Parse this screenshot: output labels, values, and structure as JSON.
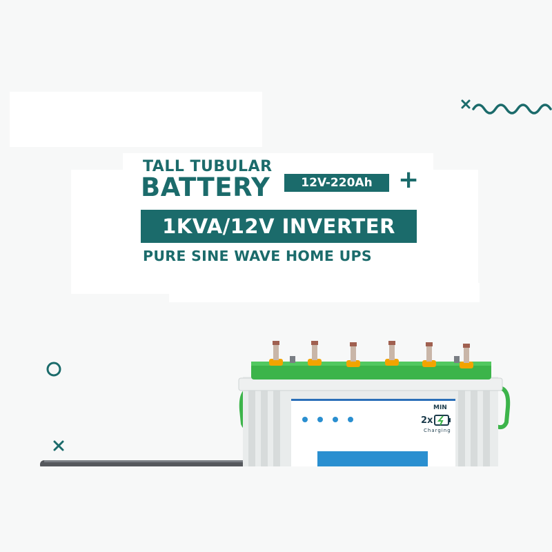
{
  "banner": {
    "line1": "TALL TUBULAR",
    "line2": "BATTERY",
    "spec": "12V-220Ah",
    "plus": "+",
    "inverter": "1KVA/12V INVERTER",
    "tagline": "PURE SINE WAVE HOME UPS"
  },
  "battery_label": {
    "corner": "MIN",
    "charge_multiplier": "2x",
    "charge_word": "Charging"
  },
  "colors": {
    "accent": "#1b6b6b",
    "terminal_green": "#3cb44a",
    "battery_body": "#e9ecec"
  },
  "icons": [
    "wave-decoration-icon",
    "cross-icon",
    "circle-icon",
    "battery-charge-icon"
  ]
}
